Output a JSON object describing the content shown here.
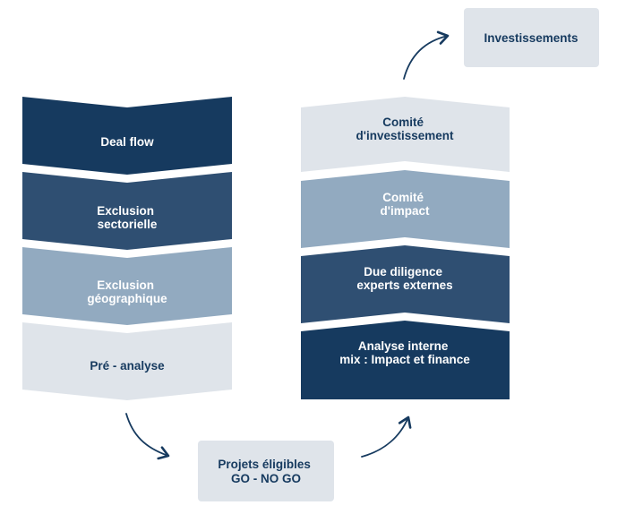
{
  "left_column": {
    "steps": [
      {
        "lines": [
          "Deal flow"
        ],
        "fill": "#163a5f",
        "text_color": "#ffffff"
      },
      {
        "lines": [
          "Exclusion",
          "sectorielle"
        ],
        "fill": "#2f4f72",
        "text_color": "#ffffff"
      },
      {
        "lines": [
          "Exclusion",
          "géographique"
        ],
        "fill": "#92aac0",
        "text_color": "#ffffff"
      },
      {
        "lines": [
          "Pré - analyse"
        ],
        "fill": "#dfe4ea",
        "text_color": "#163a5f"
      }
    ]
  },
  "right_column": {
    "steps": [
      {
        "lines": [
          "Comité",
          "d'investissement"
        ],
        "fill": "#dfe4ea",
        "text_color": "#163a5f"
      },
      {
        "lines": [
          "Comité",
          "d'impact"
        ],
        "fill": "#92aac0",
        "text_color": "#ffffff"
      },
      {
        "lines": [
          "Due diligence",
          "experts externes"
        ],
        "fill": "#2f4f72",
        "text_color": "#ffffff"
      },
      {
        "lines": [
          "Analyse interne",
          "mix : Impact et finance"
        ],
        "fill": "#163a5f",
        "text_color": "#ffffff"
      }
    ]
  },
  "boxes": {
    "eligible": {
      "lines": [
        "Projets éligibles",
        "GO - NO GO"
      ],
      "fill": "#dfe4ea",
      "text_color": "#163a5f"
    },
    "investments": {
      "lines": [
        "Investissements"
      ],
      "fill": "#dfe4ea",
      "text_color": "#163a5f"
    }
  },
  "arrow_color": "#163a5f"
}
